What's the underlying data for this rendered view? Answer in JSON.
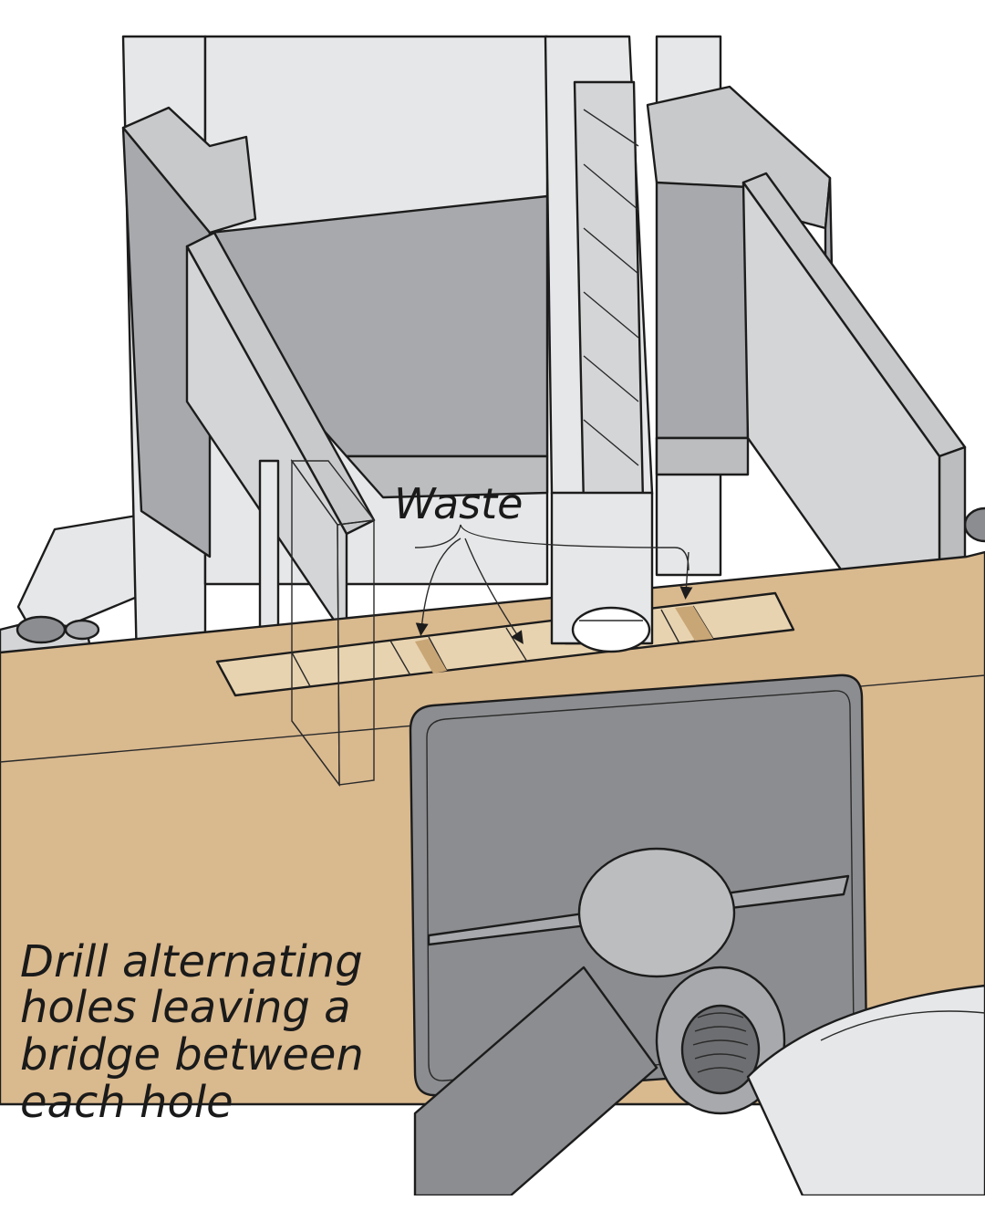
{
  "labels": {
    "waste": "Waste",
    "instruction_lines": [
      "Drill alternating",
      "holes leaving a",
      "bridge between",
      "each hole"
    ]
  },
  "colors": {
    "wood": "#d9b98e",
    "wood_cut": "#e8d3b0",
    "metal_light": "#e6e7e8",
    "metal_mid": "#c8c9cb",
    "metal_dark": "#a7a9ac",
    "clamp_pad": "#8c8d90",
    "outline": "#1c1c1c"
  },
  "icons": [
    "arrow-icon"
  ]
}
